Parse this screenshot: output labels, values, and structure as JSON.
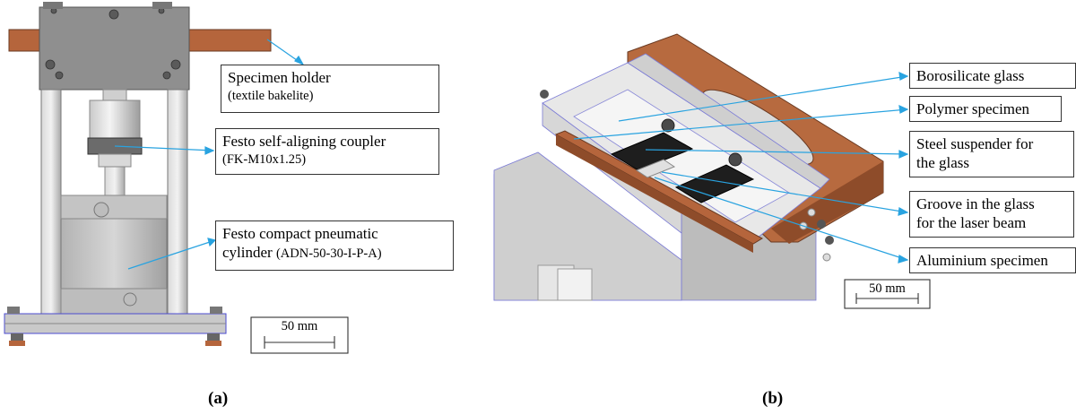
{
  "panel_a": {
    "label": "(a)",
    "callouts": {
      "specimen_holder": {
        "title": "Specimen holder",
        "sub": "(textile bakelite)"
      },
      "coupler": {
        "title": "Festo self-aligning coupler",
        "sub": "(FK-M10x1.25)"
      },
      "cylinder": {
        "title_line1": "Festo compact pneumatic",
        "title_line2": "cylinder",
        "sub": "(ADN-50-30-I-P-A)"
      }
    },
    "scale": "50 mm"
  },
  "panel_b": {
    "label": "(b)",
    "callouts": {
      "borosilicate": "Borosilicate glass",
      "polymer": "Polymer specimen",
      "suspender_line1": "Steel suspender for",
      "suspender_line2": "the glass",
      "groove_line1": "Groove in the glass",
      "groove_line2": "for the laser beam",
      "aluminium": "Aluminium specimen"
    },
    "scale": "50 mm"
  },
  "colors": {
    "leader": "#29a3e0",
    "bakelite": "#b5653c",
    "metal": "#bfbfbf",
    "dark_metal": "#8e8e8e"
  }
}
